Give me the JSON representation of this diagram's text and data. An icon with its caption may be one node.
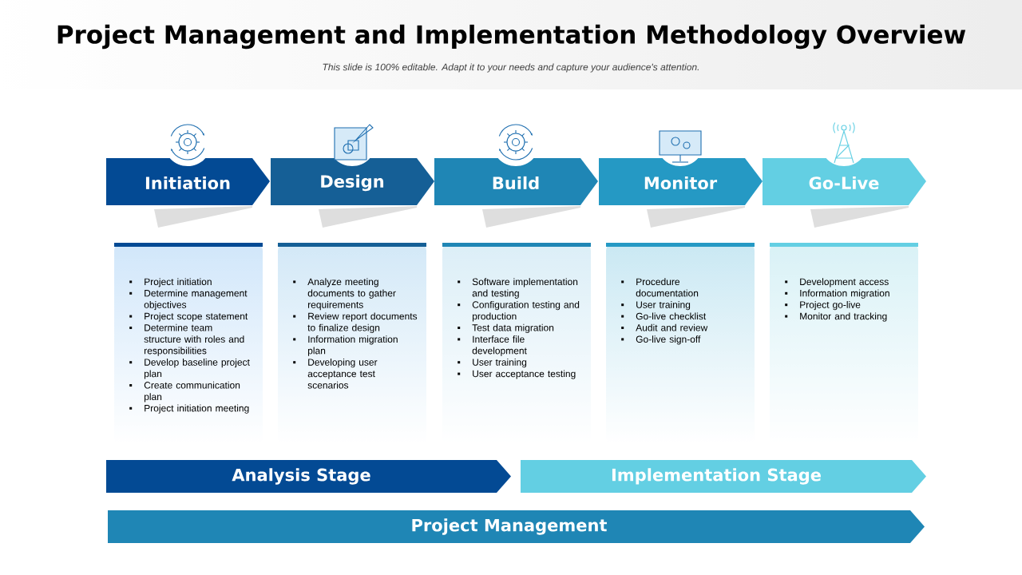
{
  "diagram": {
    "title": "Project Management and Implementation Methodology Overview",
    "nodes": [
      {
        "text": [
          "Initiation"
        ]
      },
      {
        "text": [
          "Design"
        ]
      },
      {
        "text": [
          "Build"
        ]
      },
      {
        "text": [
          "Monitor"
        ]
      },
      {
        "text": [
          "Go-Live"
        ]
      },
      {
        "text": [
          "Project initiation",
          "Determine management objectives",
          "Project scope statement",
          "Determine team structure with roles and responsibilities",
          "Develop baseline project plan",
          "Create communication plan",
          "Project initiation meeting"
        ]
      },
      {
        "text": [
          "Analyze  meeting documents to gather requirements",
          "Review report documents to finalize design",
          "Information migration plan",
          "Developing user acceptance test scenarios"
        ]
      },
      {
        "text": [
          "Software implementation and testing",
          "Configuration testing and production",
          "Test data migration",
          "Interface file development",
          "User training",
          "User acceptance testing"
        ]
      },
      {
        "text": [
          "Procedure documentation",
          "User training",
          "Go-live checklist",
          "Audit and review",
          "Go-live sign-off"
        ]
      },
      {
        "text": [
          "Development access",
          "Information migration",
          "Project go-live",
          "Monitor and tracking"
        ]
      },
      {
        "text": [
          "Analysis Stage"
        ]
      },
      {
        "text": [
          "Implementation Stage"
        ]
      },
      {
        "text": [
          "Project Management"
        ]
      }
    ],
    "edges": [],
    "labels": [
      "This slide is 100% editable. Adapt it to your needs and capture your audience's attention."
    ]
  }
}
